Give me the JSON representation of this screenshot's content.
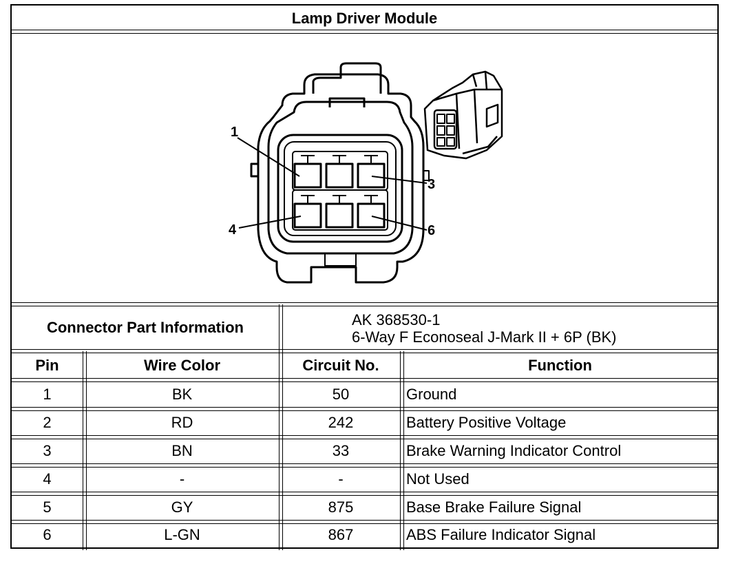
{
  "title": "Lamp Driver Module",
  "pin_callouts": [
    "1",
    "3",
    "4",
    "6"
  ],
  "part_info": {
    "label": "Connector Part Information",
    "line1": "AK 368530-1",
    "line2": "6-Way F Econoseal J-Mark II + 6P (BK)"
  },
  "headers": {
    "pin": "Pin",
    "wire_color": "Wire Color",
    "circuit": "Circuit No.",
    "function": "Function"
  },
  "rows": [
    {
      "pin": "1",
      "wire_color": "BK",
      "circuit": "50",
      "function": "Ground"
    },
    {
      "pin": "2",
      "wire_color": "RD",
      "circuit": "242",
      "function": "Battery Positive Voltage"
    },
    {
      "pin": "3",
      "wire_color": "BN",
      "circuit": "33",
      "function": "Brake Warning Indicator Control"
    },
    {
      "pin": "4",
      "wire_color": "-",
      "circuit": "-",
      "function": "Not Used"
    },
    {
      "pin": "5",
      "wire_color": "GY",
      "circuit": "875",
      "function": "Base Brake Failure Signal"
    },
    {
      "pin": "6",
      "wire_color": "L-GN",
      "circuit": "867",
      "function": "ABS Failure Indicator Signal"
    }
  ]
}
